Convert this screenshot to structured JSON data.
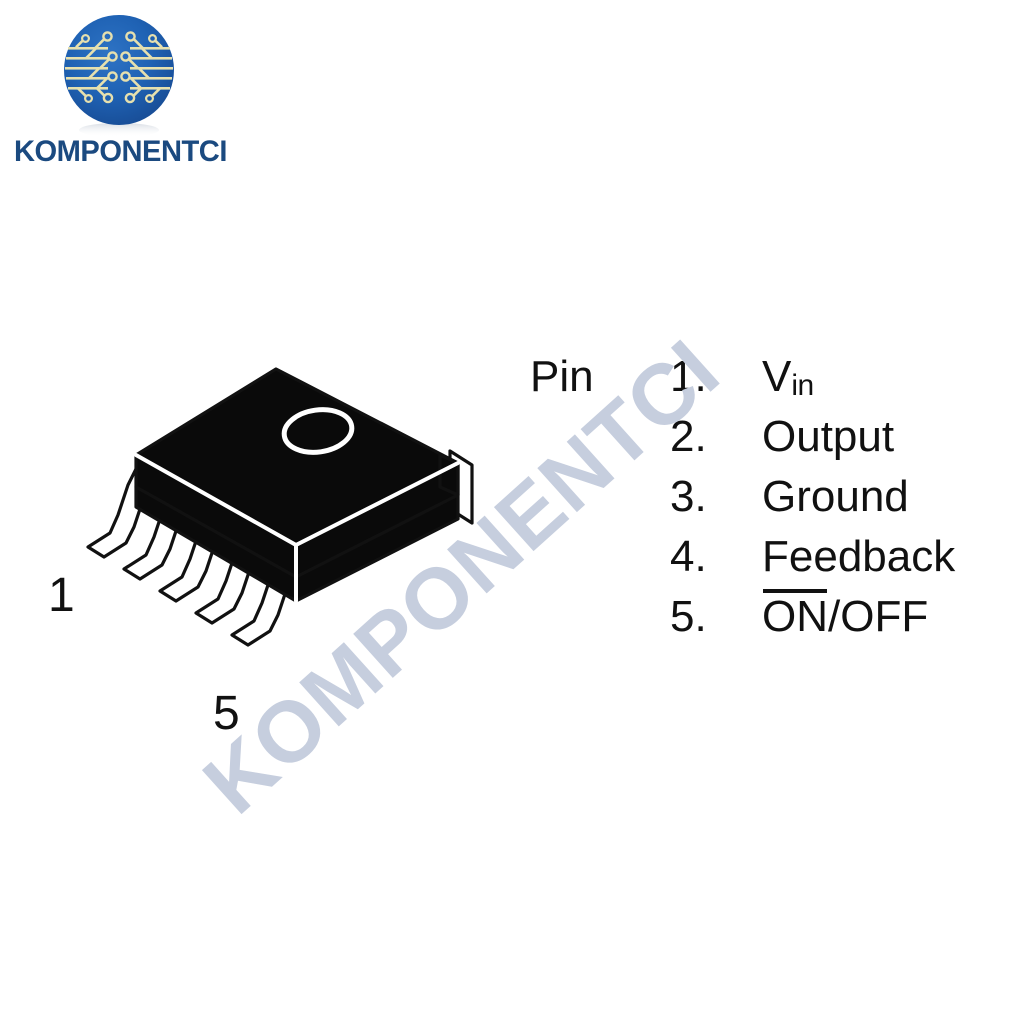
{
  "brand": {
    "name": "KOMPONENTCI",
    "logo_icon": "circuit-globe-icon",
    "logo_circle_color": "#1a57a8",
    "logo_trace_color": "#e6e0ae",
    "wordmark_color": "#1b4a80"
  },
  "watermark": {
    "text": "KOMPONENTCI",
    "color": "#c6cede"
  },
  "diagram": {
    "package_label": "to-263-5-lead-package",
    "callouts": [
      {
        "id": "pin-1",
        "label": "1"
      },
      {
        "id": "pin-5",
        "label": "5"
      }
    ]
  },
  "legend": {
    "heading": "Pin",
    "rows": [
      {
        "num": "1.",
        "name": "V",
        "sub": "in",
        "overline": ""
      },
      {
        "num": "2.",
        "name": "Output",
        "sub": "",
        "overline": ""
      },
      {
        "num": "3.",
        "name": "Ground",
        "sub": "",
        "overline": ""
      },
      {
        "num": "4.",
        "name": "Feedback",
        "sub": "",
        "overline": ""
      },
      {
        "num": "5.",
        "name": "/OFF",
        "sub": "",
        "overline": "ON"
      }
    ]
  }
}
